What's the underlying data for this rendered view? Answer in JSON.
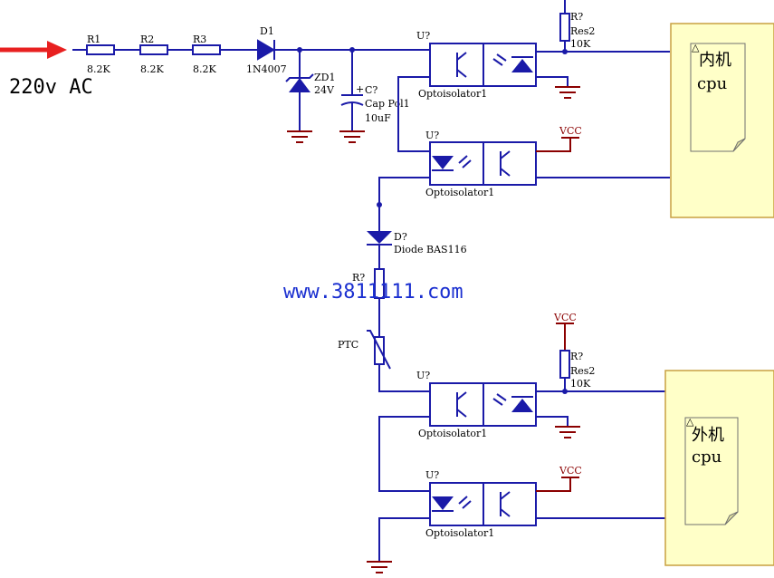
{
  "input": {
    "label": "220v AC",
    "arrow_color": "#e82020"
  },
  "resistors": [
    {
      "ref": "R1",
      "value": "8.2K"
    },
    {
      "ref": "R2",
      "value": "8.2K"
    },
    {
      "ref": "R3",
      "value": "8.2K"
    }
  ],
  "diode_d1": {
    "ref": "D1",
    "part": "1N4007"
  },
  "zener": {
    "ref": "ZD1",
    "value": "24V"
  },
  "capacitor": {
    "ref": "C?",
    "part": "Cap Pol1",
    "value": "10uF"
  },
  "opto_label": "Optoisolator1",
  "opto_ref": "U?",
  "vcc_label": "VCC",
  "pullup_top": {
    "ref": "R?",
    "part": "Res2",
    "value": "10K"
  },
  "pullup_bottom": {
    "ref": "R?",
    "part": "Res2",
    "value": "10K"
  },
  "diode_mid": {
    "ref": "D?",
    "part": "Diode BAS116"
  },
  "resistor_mid": {
    "ref": "R?"
  },
  "ptc": {
    "label": "PTC"
  },
  "cpu_inner": {
    "line1": "内机",
    "line2": "cpu"
  },
  "cpu_outer": {
    "line1": "外机",
    "line2": "cpu"
  },
  "watermark": "www.3811111.com",
  "colors": {
    "wire": "#1a1aa8",
    "power": "#8b0000",
    "box_fill": "#ffffc8",
    "box_border": "#c8a040"
  }
}
